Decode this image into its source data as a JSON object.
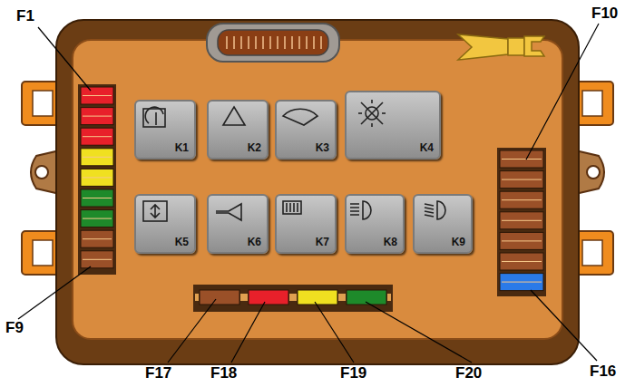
{
  "diagram": {
    "nodes": [
      {
        "text": [
          "K1"
        ]
      },
      {
        "text": [
          "K2"
        ]
      },
      {
        "text": [
          "K3"
        ]
      },
      {
        "text": [
          "K4"
        ]
      },
      {
        "text": [
          "K5"
        ]
      },
      {
        "text": [
          "K6"
        ]
      },
      {
        "text": [
          "K7"
        ]
      },
      {
        "text": [
          "K8"
        ]
      },
      {
        "text": [
          "K9"
        ]
      }
    ],
    "labels": [
      "F1",
      "F10",
      "F9",
      "F16",
      "F17",
      "F18",
      "F19",
      "F20"
    ]
  }
}
